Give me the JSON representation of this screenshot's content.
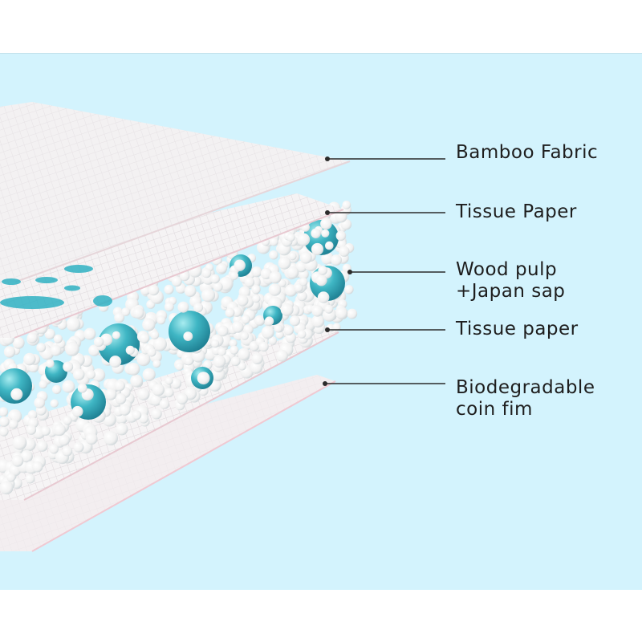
{
  "labels": {
    "bamboo_fabric": "Bamboo Fabric",
    "tissue_paper_top": "Tissue Paper",
    "wood_pulp_line1": "Wood pulp",
    "wood_pulp_line2": "+Japan sap",
    "tissue_paper_bottom": "Tissue paper",
    "film_line1": "Biodegradable",
    "film_line2": "coin fim"
  },
  "colors": {
    "background": "#d3f3fd",
    "sheet": "#f4f1f2",
    "bead_white": "#ffffff",
    "bead_teal": "#3fb6c4",
    "leader_line": "#2b2b2b"
  }
}
